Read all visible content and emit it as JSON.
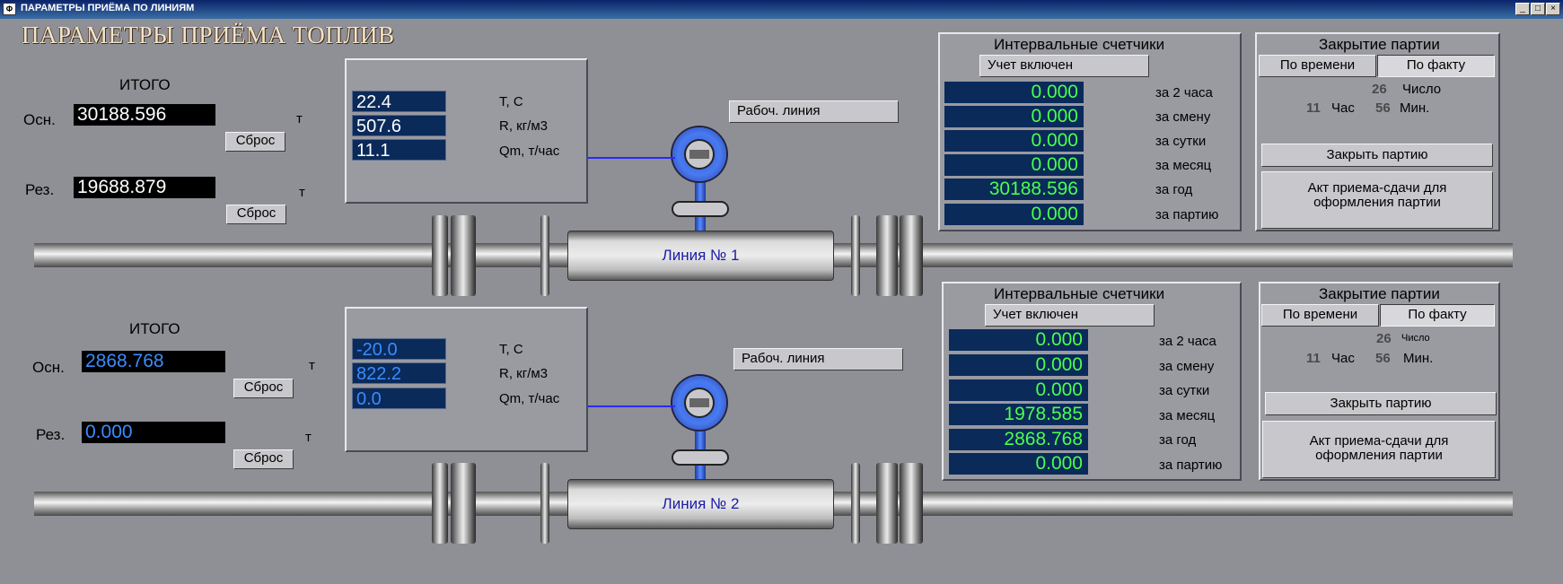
{
  "window": {
    "title": "ПАРАМЕТРЫ ПРИЁМА ПО ЛИНИЯМ",
    "min": "_",
    "max": "□",
    "close": "×"
  },
  "main_title": "ПАРАМЕТРЫ ПРИЁМА ТОПЛИВ",
  "lines": [
    {
      "itogo": "ИТОГО",
      "osn_label": "Осн.",
      "osn_value": "30188.596",
      "rez_label": "Рез.",
      "rez_value": "19688.879",
      "unit": "т",
      "reset": "Сброс",
      "params": [
        {
          "value": "22.4",
          "label": "T,  C"
        },
        {
          "value": "507.6",
          "label": "R, кг/м3"
        },
        {
          "value": "11.1",
          "label": "Qm, т/час"
        }
      ],
      "work_line": "Рабоч. линия",
      "line_name": "Линия № 1",
      "counters_title": "Интервальные счетчики",
      "counters_status": "Учет включен",
      "counters": [
        {
          "value": "0.000",
          "label": "за 2 часа"
        },
        {
          "value": "0.000",
          "label": "за смену"
        },
        {
          "value": "0.000",
          "label": "за сутки"
        },
        {
          "value": "0.000",
          "label": "за месяц"
        },
        {
          "value": "30188.596",
          "label": "за год"
        },
        {
          "value": "0.000",
          "label": "за партию"
        }
      ],
      "close_title": "Закрытие партии",
      "by_time": "По времени",
      "by_fact": "По факту",
      "day": "26",
      "day_label": "Число",
      "hour": "11",
      "hour_label": "Час",
      "min": "56",
      "min_label": "Мин.",
      "close_btn": "Закрыть партию",
      "act_line1": "Акт приема-сдачи   для",
      "act_line2": "оформления    партии"
    },
    {
      "itogo": "ИТОГО",
      "osn_label": "Осн.",
      "osn_value": "2868.768",
      "rez_label": "Рез.",
      "rez_value": "0.000",
      "unit": "т",
      "reset": "Сброс",
      "params": [
        {
          "value": "-20.0",
          "label": "T,  C"
        },
        {
          "value": "822.2",
          "label": "R, кг/м3"
        },
        {
          "value": "0.0",
          "label": "Qm, т/час"
        }
      ],
      "work_line": "Рабоч. линия",
      "line_name": "Линия № 2",
      "counters_title": "Интервальные счетчики",
      "counters_status": "Учет включен",
      "counters": [
        {
          "value": "0.000",
          "label": "за 2 часа"
        },
        {
          "value": "0.000",
          "label": "за смену"
        },
        {
          "value": "0.000",
          "label": "за сутки"
        },
        {
          "value": "1978.585",
          "label": "за месяц"
        },
        {
          "value": "2868.768",
          "label": "за год"
        },
        {
          "value": "0.000",
          "label": "за партию"
        }
      ],
      "close_title": "Закрытие партии",
      "by_time": "По времени",
      "by_fact": "По факту",
      "day": "26",
      "day_label": "Число",
      "hour": "11",
      "hour_label": "Час",
      "min": "56",
      "min_label": "Мин.",
      "close_btn": "Закрыть партию",
      "act_line1": "Акт приема-сдачи   для",
      "act_line2": "оформления    партии"
    }
  ]
}
